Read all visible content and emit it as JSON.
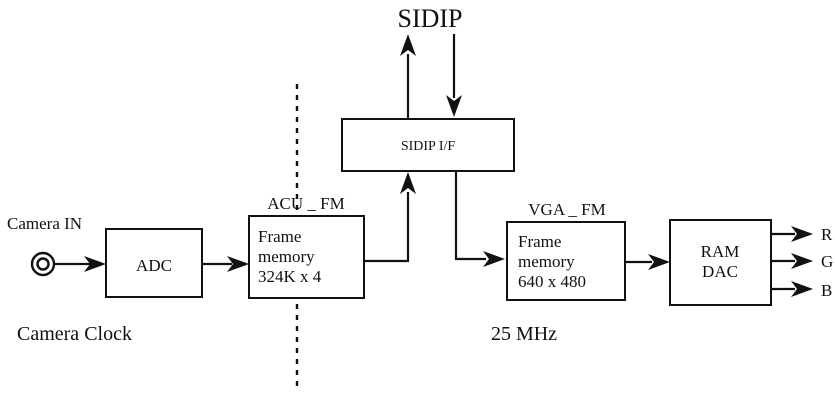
{
  "diagram": {
    "title": "SIDIP",
    "camera_in_label": "Camera IN",
    "adc_label": "ADC",
    "acu_fm": {
      "caption": "ACU _ FM",
      "line1": "Frame",
      "line2": "memory",
      "line3": "324K x 4"
    },
    "sidip_if_label": "SIDIP I/F",
    "vga_fm": {
      "caption": "VGA _ FM",
      "line1": "Frame",
      "line2": "memory",
      "line3": "640 x 480"
    },
    "ramdac": {
      "line1": "RAM",
      "line2": "DAC"
    },
    "outputs": {
      "r": "R",
      "g": "G",
      "b": "B"
    },
    "camera_clock_label": "Camera Clock",
    "vga_clock_label": "25 MHz"
  }
}
